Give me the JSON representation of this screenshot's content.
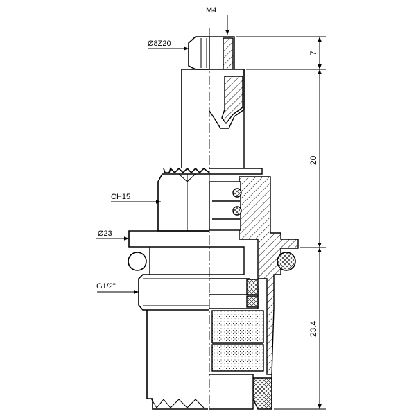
{
  "callouts": {
    "thread_tip": "M4",
    "spline": "Ø8Z20",
    "hex": "CH15",
    "flange": "Ø23",
    "thread_body": "G1/2\""
  },
  "dimensions": {
    "top": "7",
    "middle": "20",
    "bottom": "23.4"
  }
}
